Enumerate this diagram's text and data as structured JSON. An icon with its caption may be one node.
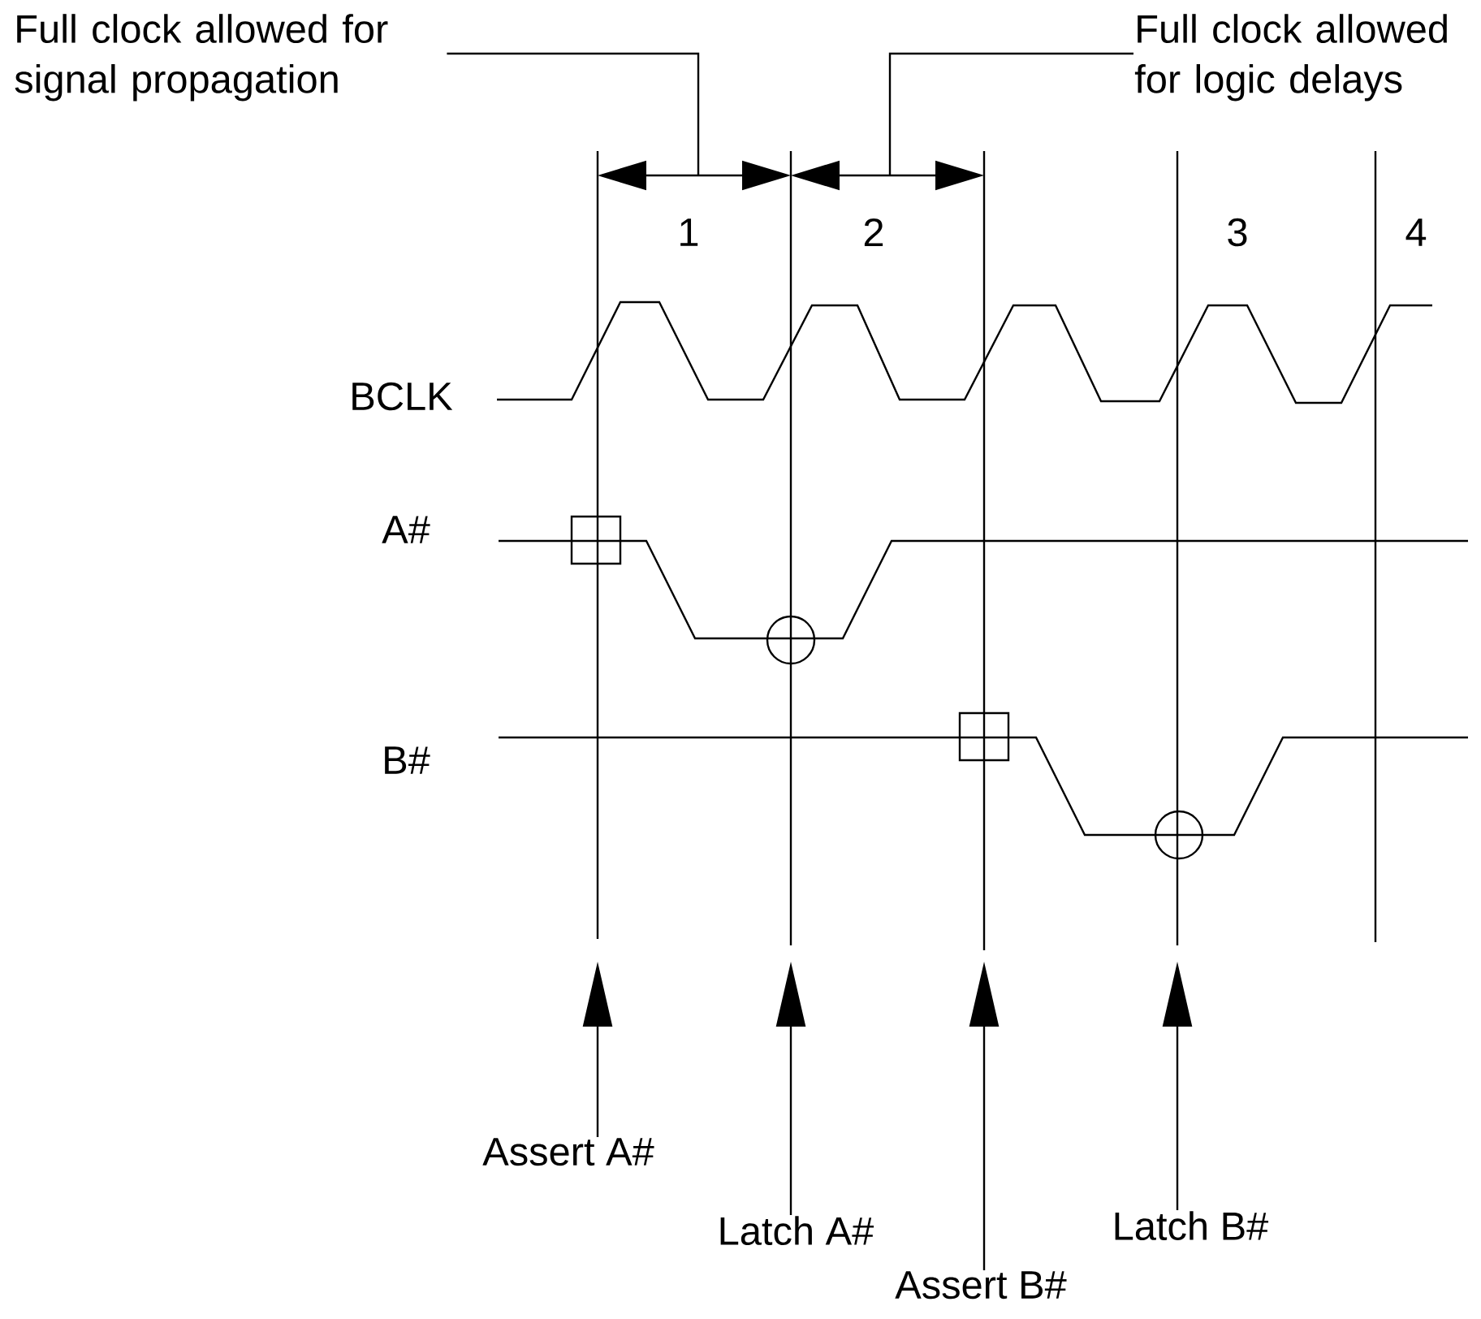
{
  "diagram": {
    "nodes": [
      {
        "text": [
          "Full clock allowed for signal propagation"
        ]
      },
      {
        "text": [
          "Full clock allowed for logic delays"
        ]
      },
      {
        "text": [
          "Assert A#"
        ]
      },
      {
        "text": [
          "Latch A#"
        ]
      },
      {
        "text": [
          "Assert B#"
        ]
      },
      {
        "text": [
          "Latch B#"
        ]
      }
    ],
    "edges": [
      {
        "from": 0,
        "to": null,
        "arrow": "none"
      },
      {
        "from": 1,
        "to": null,
        "arrow": "none"
      },
      {
        "from": 2,
        "to": null,
        "arrow": "to"
      },
      {
        "from": 3,
        "to": null,
        "arrow": "to"
      },
      {
        "from": 4,
        "to": null,
        "arrow": "to"
      },
      {
        "from": 5,
        "to": null,
        "arrow": "to"
      }
    ],
    "labels": [
      "1",
      "2",
      "3",
      "4",
      "BCLK",
      "A#",
      "B#"
    ]
  }
}
